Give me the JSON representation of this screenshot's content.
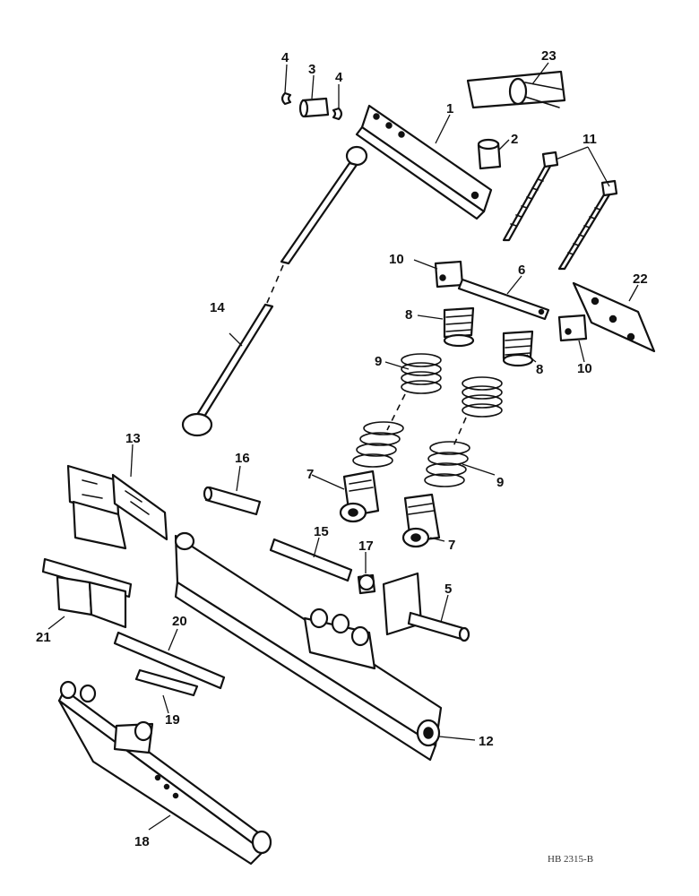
{
  "callouts": {
    "c1": "1",
    "c2": "2",
    "c3": "3",
    "c4a": "4",
    "c4b": "4",
    "c5": "5",
    "c6": "6",
    "c7a": "7",
    "c7b": "7",
    "c8a": "8",
    "c8b": "8",
    "c9a": "9",
    "c9b": "9",
    "c10a": "10",
    "c10b": "10",
    "c11": "11",
    "c12": "12",
    "c13": "13",
    "c14": "14",
    "c15": "15",
    "c16": "16",
    "c17": "17",
    "c18": "18",
    "c19": "19",
    "c20": "20",
    "c21": "21",
    "c22": "22",
    "c23": "23"
  },
  "document_ref": "HB 2315-B"
}
